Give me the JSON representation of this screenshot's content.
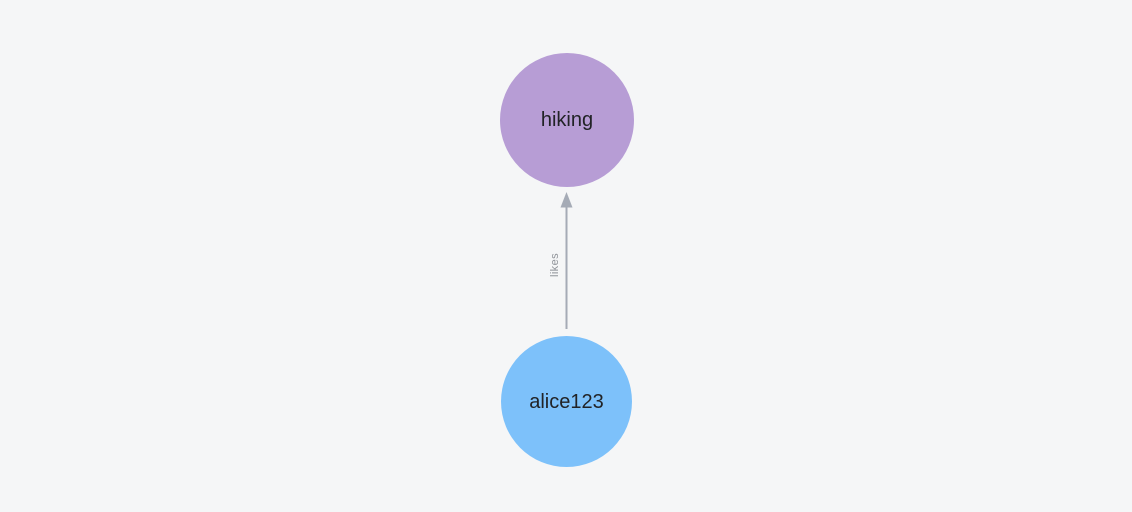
{
  "canvas": {
    "background_color": "#f5f6f7"
  },
  "graph": {
    "nodes": [
      {
        "id": "hiking",
        "label": "hiking",
        "color": "#b79dd5",
        "text_color": "#212326"
      },
      {
        "id": "alice123",
        "label": "alice123",
        "color": "#7dc1fa",
        "text_color": "#212326"
      }
    ],
    "edges": [
      {
        "from": "alice123",
        "to": "hiking",
        "label": "likes",
        "direction": "up",
        "color": "#a5abb6",
        "label_color": "#8e9298"
      }
    ]
  }
}
